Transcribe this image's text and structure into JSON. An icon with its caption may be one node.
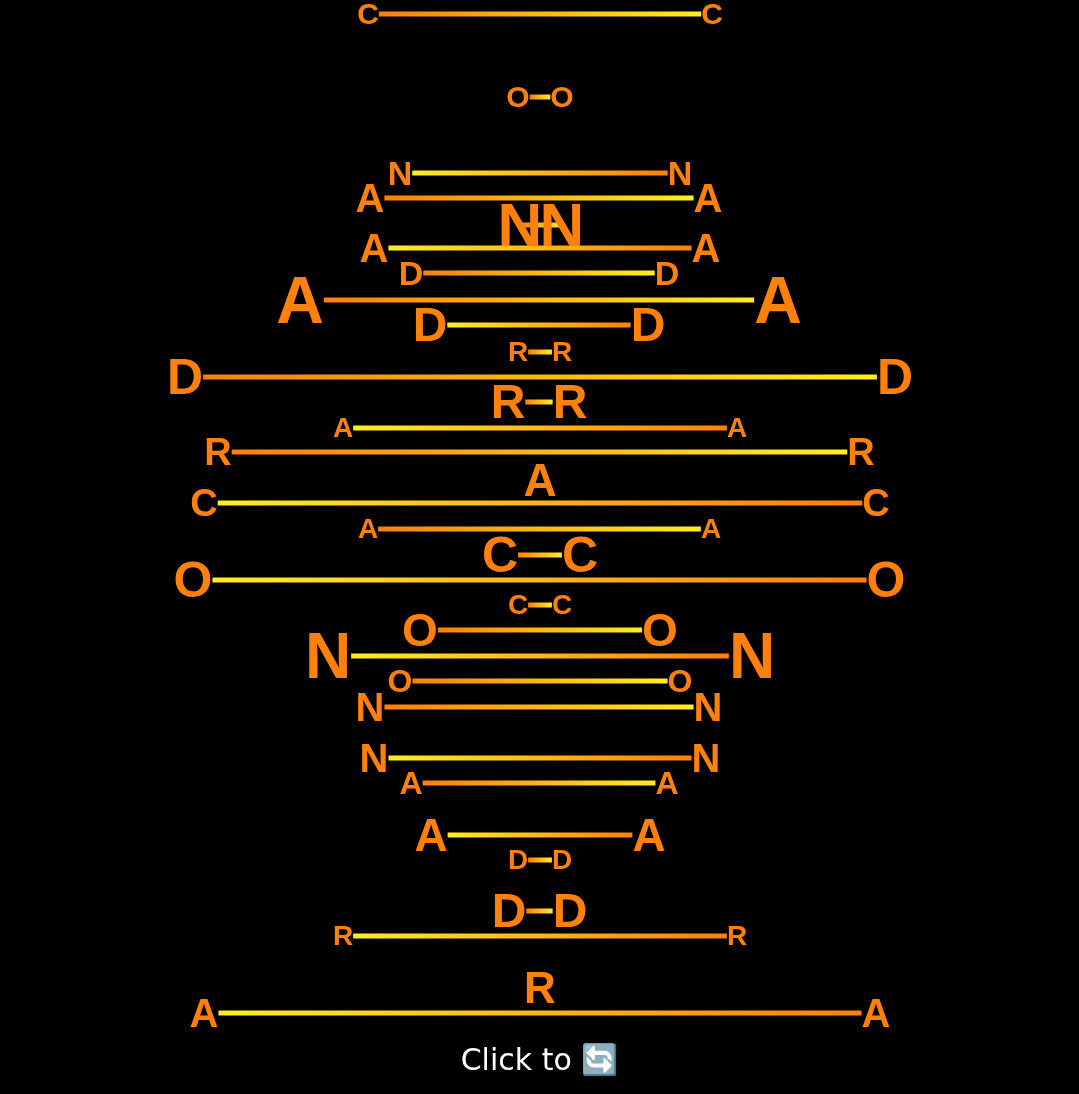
{
  "diagram": {
    "caption": "Click to 🔄",
    "nodes": [
      {
        "text": [
          "C"
        ]
      },
      {
        "text": [
          "C"
        ]
      },
      {
        "text": [
          "O"
        ]
      },
      {
        "text": [
          "O"
        ]
      },
      {
        "text": [
          "N"
        ]
      },
      {
        "text": [
          "N"
        ]
      },
      {
        "text": [
          "A"
        ]
      },
      {
        "text": [
          "A"
        ]
      },
      {
        "text": [
          "N"
        ]
      },
      {
        "text": [
          "N"
        ]
      },
      {
        "text": [
          "A"
        ]
      },
      {
        "text": [
          "A"
        ]
      },
      {
        "text": [
          "D"
        ]
      },
      {
        "text": [
          "D"
        ]
      },
      {
        "text": [
          "A"
        ]
      },
      {
        "text": [
          "A"
        ]
      },
      {
        "text": [
          "D"
        ]
      },
      {
        "text": [
          "D"
        ]
      },
      {
        "text": [
          "R"
        ]
      },
      {
        "text": [
          "R"
        ]
      },
      {
        "text": [
          "D"
        ]
      },
      {
        "text": [
          "D"
        ]
      },
      {
        "text": [
          "R"
        ]
      },
      {
        "text": [
          "R"
        ]
      },
      {
        "text": [
          "A"
        ]
      },
      {
        "text": [
          "A"
        ]
      },
      {
        "text": [
          "R"
        ]
      },
      {
        "text": [
          "R"
        ]
      },
      {
        "text": [
          "C"
        ]
      },
      {
        "text": [
          "C"
        ]
      },
      {
        "text": [
          "A"
        ]
      },
      {
        "text": [
          "A"
        ]
      },
      {
        "text": [
          "C"
        ]
      },
      {
        "text": [
          "C"
        ]
      },
      {
        "text": [
          "O"
        ]
      },
      {
        "text": [
          "O"
        ]
      },
      {
        "text": [
          "C"
        ]
      },
      {
        "text": [
          "C"
        ]
      },
      {
        "text": [
          "O"
        ]
      },
      {
        "text": [
          "O"
        ]
      },
      {
        "text": [
          "N"
        ]
      },
      {
        "text": [
          "N"
        ]
      },
      {
        "text": [
          "O"
        ]
      },
      {
        "text": [
          "O"
        ]
      },
      {
        "text": [
          "N"
        ]
      },
      {
        "text": [
          "N"
        ]
      },
      {
        "text": [
          "N"
        ]
      },
      {
        "text": [
          "N"
        ]
      },
      {
        "text": [
          "A"
        ]
      },
      {
        "text": [
          "A"
        ]
      },
      {
        "text": [
          "A"
        ]
      },
      {
        "text": [
          "A"
        ]
      },
      {
        "text": [
          "D"
        ]
      },
      {
        "text": [
          "D"
        ]
      },
      {
        "text": [
          "D"
        ]
      },
      {
        "text": [
          "D"
        ]
      },
      {
        "text": [
          "R"
        ]
      },
      {
        "text": [
          "R"
        ]
      },
      {
        "text": [
          "A"
        ]
      },
      {
        "text": [
          "A"
        ]
      }
    ],
    "edges": [
      {
        "from": 0,
        "to": 1,
        "arrow": "none"
      },
      {
        "from": 2,
        "to": 3,
        "arrow": "none"
      },
      {
        "from": 4,
        "to": 5,
        "arrow": "none"
      },
      {
        "from": 6,
        "to": 7,
        "arrow": "none"
      },
      {
        "from": 8,
        "to": 9,
        "arrow": "none"
      },
      {
        "from": 10,
        "to": 11,
        "arrow": "none"
      },
      {
        "from": 12,
        "to": 13,
        "arrow": "none"
      },
      {
        "from": 14,
        "to": 15,
        "arrow": "none"
      },
      {
        "from": 16,
        "to": 17,
        "arrow": "none"
      },
      {
        "from": 18,
        "to": 19,
        "arrow": "none"
      },
      {
        "from": 20,
        "to": 21,
        "arrow": "none"
      },
      {
        "from": 22,
        "to": 23,
        "arrow": "none"
      },
      {
        "from": 24,
        "to": 25,
        "arrow": "none"
      },
      {
        "from": 26,
        "to": 27,
        "arrow": "none"
      },
      {
        "from": 28,
        "to": 29,
        "arrow": "none"
      },
      {
        "from": 30,
        "to": 31,
        "arrow": "none"
      },
      {
        "from": 32,
        "to": 33,
        "arrow": "none"
      },
      {
        "from": 34,
        "to": 35,
        "arrow": "none"
      },
      {
        "from": 36,
        "to": 37,
        "arrow": "none"
      },
      {
        "from": 38,
        "to": 39,
        "arrow": "none"
      },
      {
        "from": 40,
        "to": 41,
        "arrow": "none"
      },
      {
        "from": 42,
        "to": 43,
        "arrow": "none"
      },
      {
        "from": 44,
        "to": 45,
        "arrow": "none"
      },
      {
        "from": 46,
        "to": 47,
        "arrow": "none"
      },
      {
        "from": 48,
        "to": 49,
        "arrow": "none"
      },
      {
        "from": 50,
        "to": 51,
        "arrow": "none"
      },
      {
        "from": 52,
        "to": 53,
        "arrow": "none"
      },
      {
        "from": 54,
        "to": 55,
        "arrow": "none"
      },
      {
        "from": 56,
        "to": 57,
        "arrow": "none"
      },
      {
        "from": 58,
        "to": 59,
        "arrow": "none"
      }
    ],
    "labels": [
      "A",
      "R"
    ]
  }
}
